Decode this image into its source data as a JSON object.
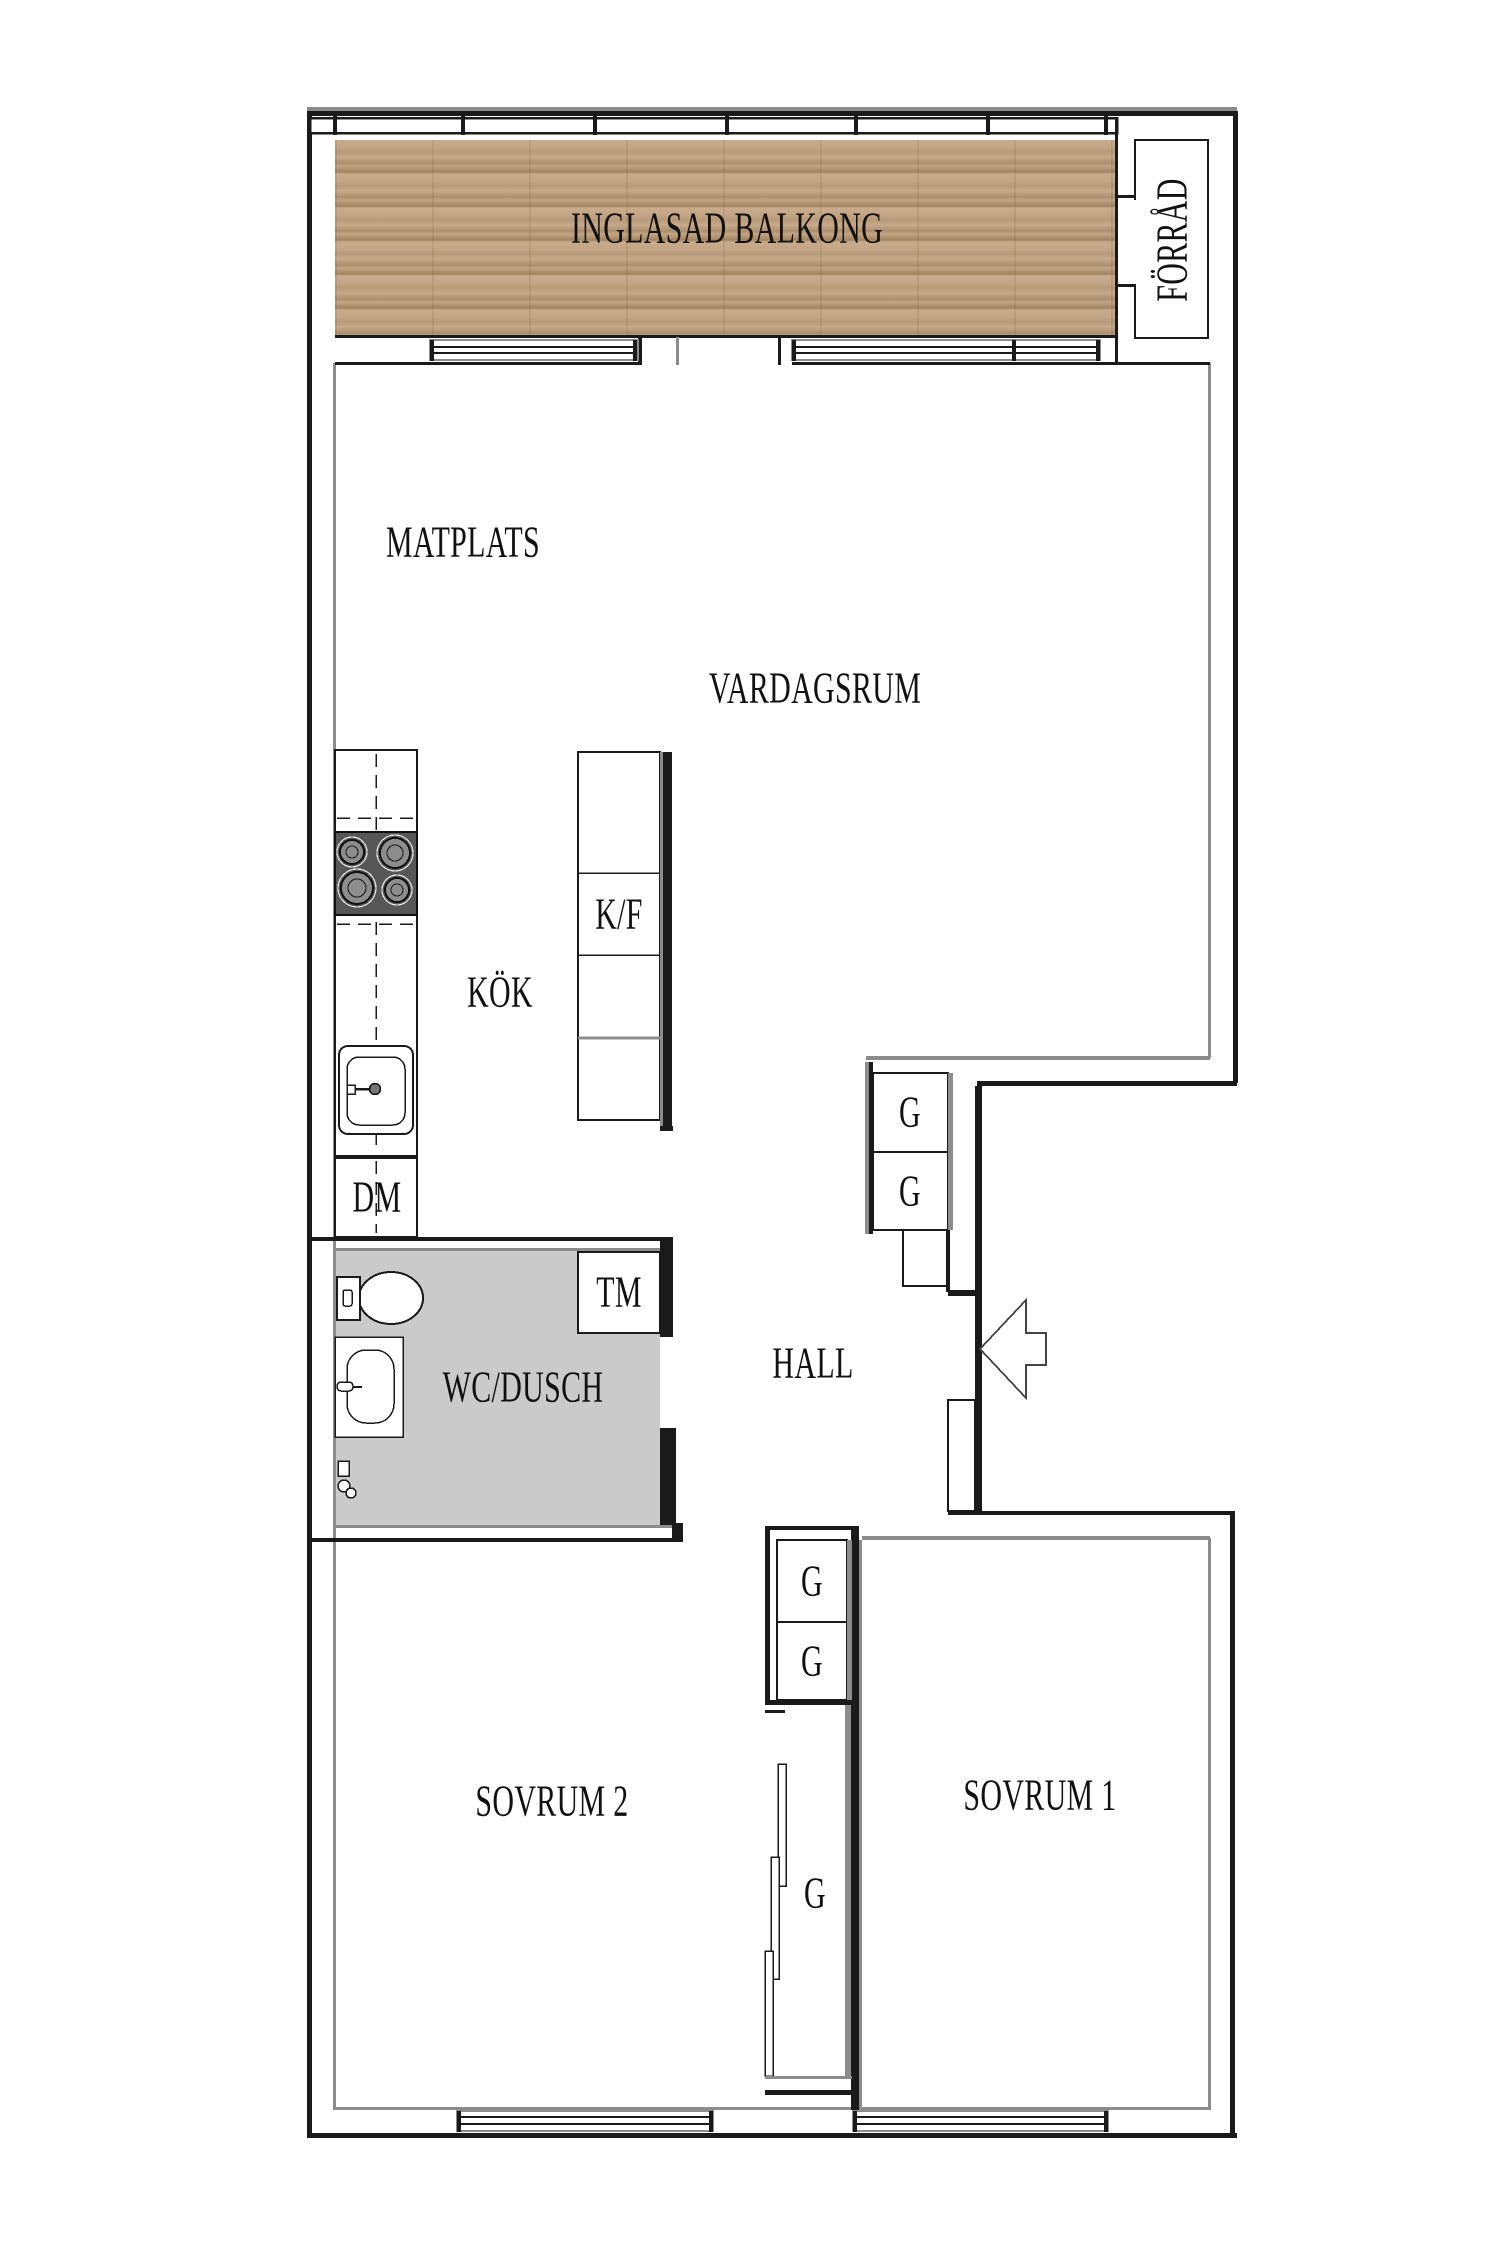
{
  "document": {
    "type": "apartment-floor-plan",
    "language": "sv"
  },
  "labels": {
    "balcony": "INGLASAD BALKONG",
    "storage": "FÖRRÅD",
    "dining": "MATPLATS",
    "living": "VARDAGSRUM",
    "kitchen": "KÖK",
    "fridge_freezer": "K/F",
    "dishwasher": "DM",
    "washing_machine": "TM",
    "bathroom": "WC/DUSCH",
    "hall": "HALL",
    "bedroom2": "SOVRUM 2",
    "bedroom1": "SOVRUM 1",
    "wardrobe": "G"
  },
  "icons": {
    "entrance_arrow": "left-pointing-triangle-with-tail",
    "stove": "four-burner-cooktop",
    "sink": "single-basin-sink-with-faucet",
    "toilet": "toilet-top-view",
    "washbasin": "oval-basin-vanity",
    "floor_drain": "shower-drain-glyph"
  },
  "colors": {
    "wall_dark": "#1a1a1a",
    "wall_gray": "#8c8c8c",
    "wood_base": "#bfa284",
    "wet_floor": "#cacaca",
    "stove": "#575757",
    "text": "#111111",
    "bg": "#ffffff"
  }
}
